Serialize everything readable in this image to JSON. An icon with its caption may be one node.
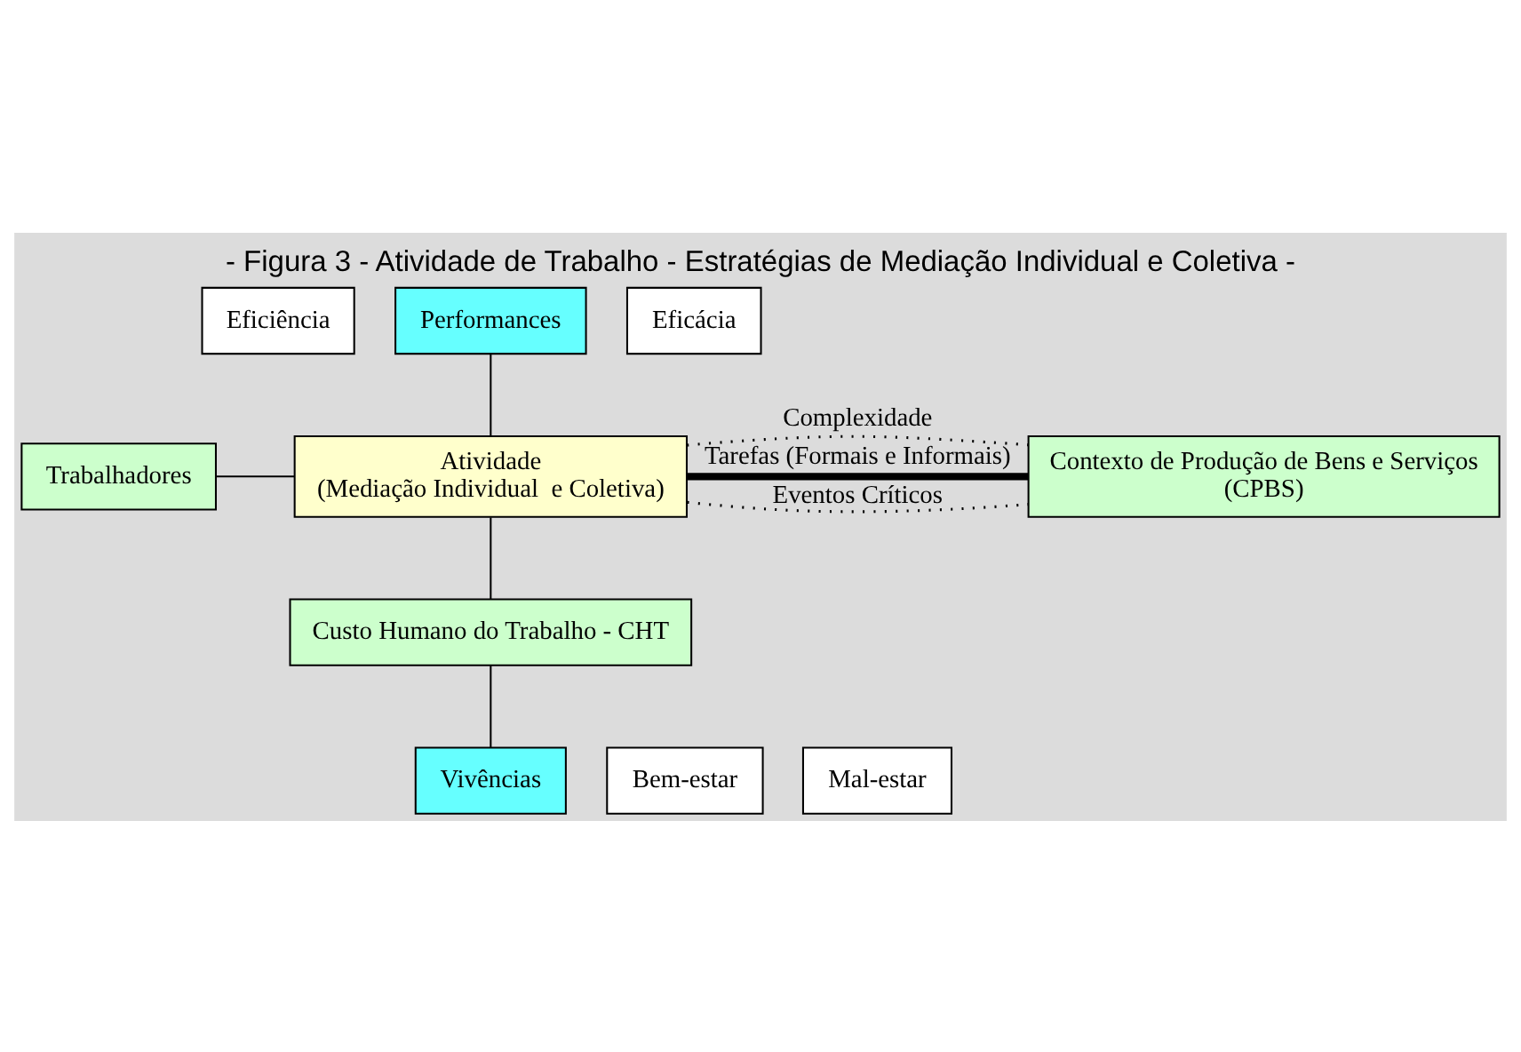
{
  "diagram": {
    "title": "- Figura 3 - Atividade de Trabalho - Estratégias de Mediação Individual e Coletiva -",
    "nodes": [
      {
        "text": [
          "Eficiência"
        ]
      },
      {
        "text": [
          "Performances"
        ]
      },
      {
        "text": [
          "Eficácia"
        ]
      },
      {
        "text": [
          "Trabalhadores"
        ]
      },
      {
        "text": [
          "Atividade",
          "(Mediação Individual  e Coletiva)"
        ]
      },
      {
        "text": [
          "Contexto de Produção de Bens e Serviços",
          "(CPBS)"
        ]
      },
      {
        "text": [
          "Custo Humano do Trabalho - CHT"
        ]
      },
      {
        "text": [
          "Bem-estar"
        ]
      },
      {
        "text": [
          "Vivências"
        ]
      },
      {
        "text": [
          "Mal-estar"
        ]
      }
    ],
    "edges": [
      {
        "from": 1,
        "to": 4,
        "arrow": "none"
      },
      {
        "from": 3,
        "to": 4,
        "arrow": "none"
      },
      {
        "from": 4,
        "to": 5,
        "arrow": "none",
        "label": "Complexidade",
        "style": "dashed"
      },
      {
        "from": 4,
        "to": 5,
        "arrow": "none",
        "label": "Tarefas (Formais e Informais)",
        "style": "thick"
      },
      {
        "from": 4,
        "to": 5,
        "arrow": "none",
        "label": "Eventos Críticos",
        "style": "dashed"
      },
      {
        "from": 4,
        "to": 6,
        "arrow": "none"
      },
      {
        "from": 6,
        "to": 8,
        "arrow": "none"
      }
    ]
  }
}
